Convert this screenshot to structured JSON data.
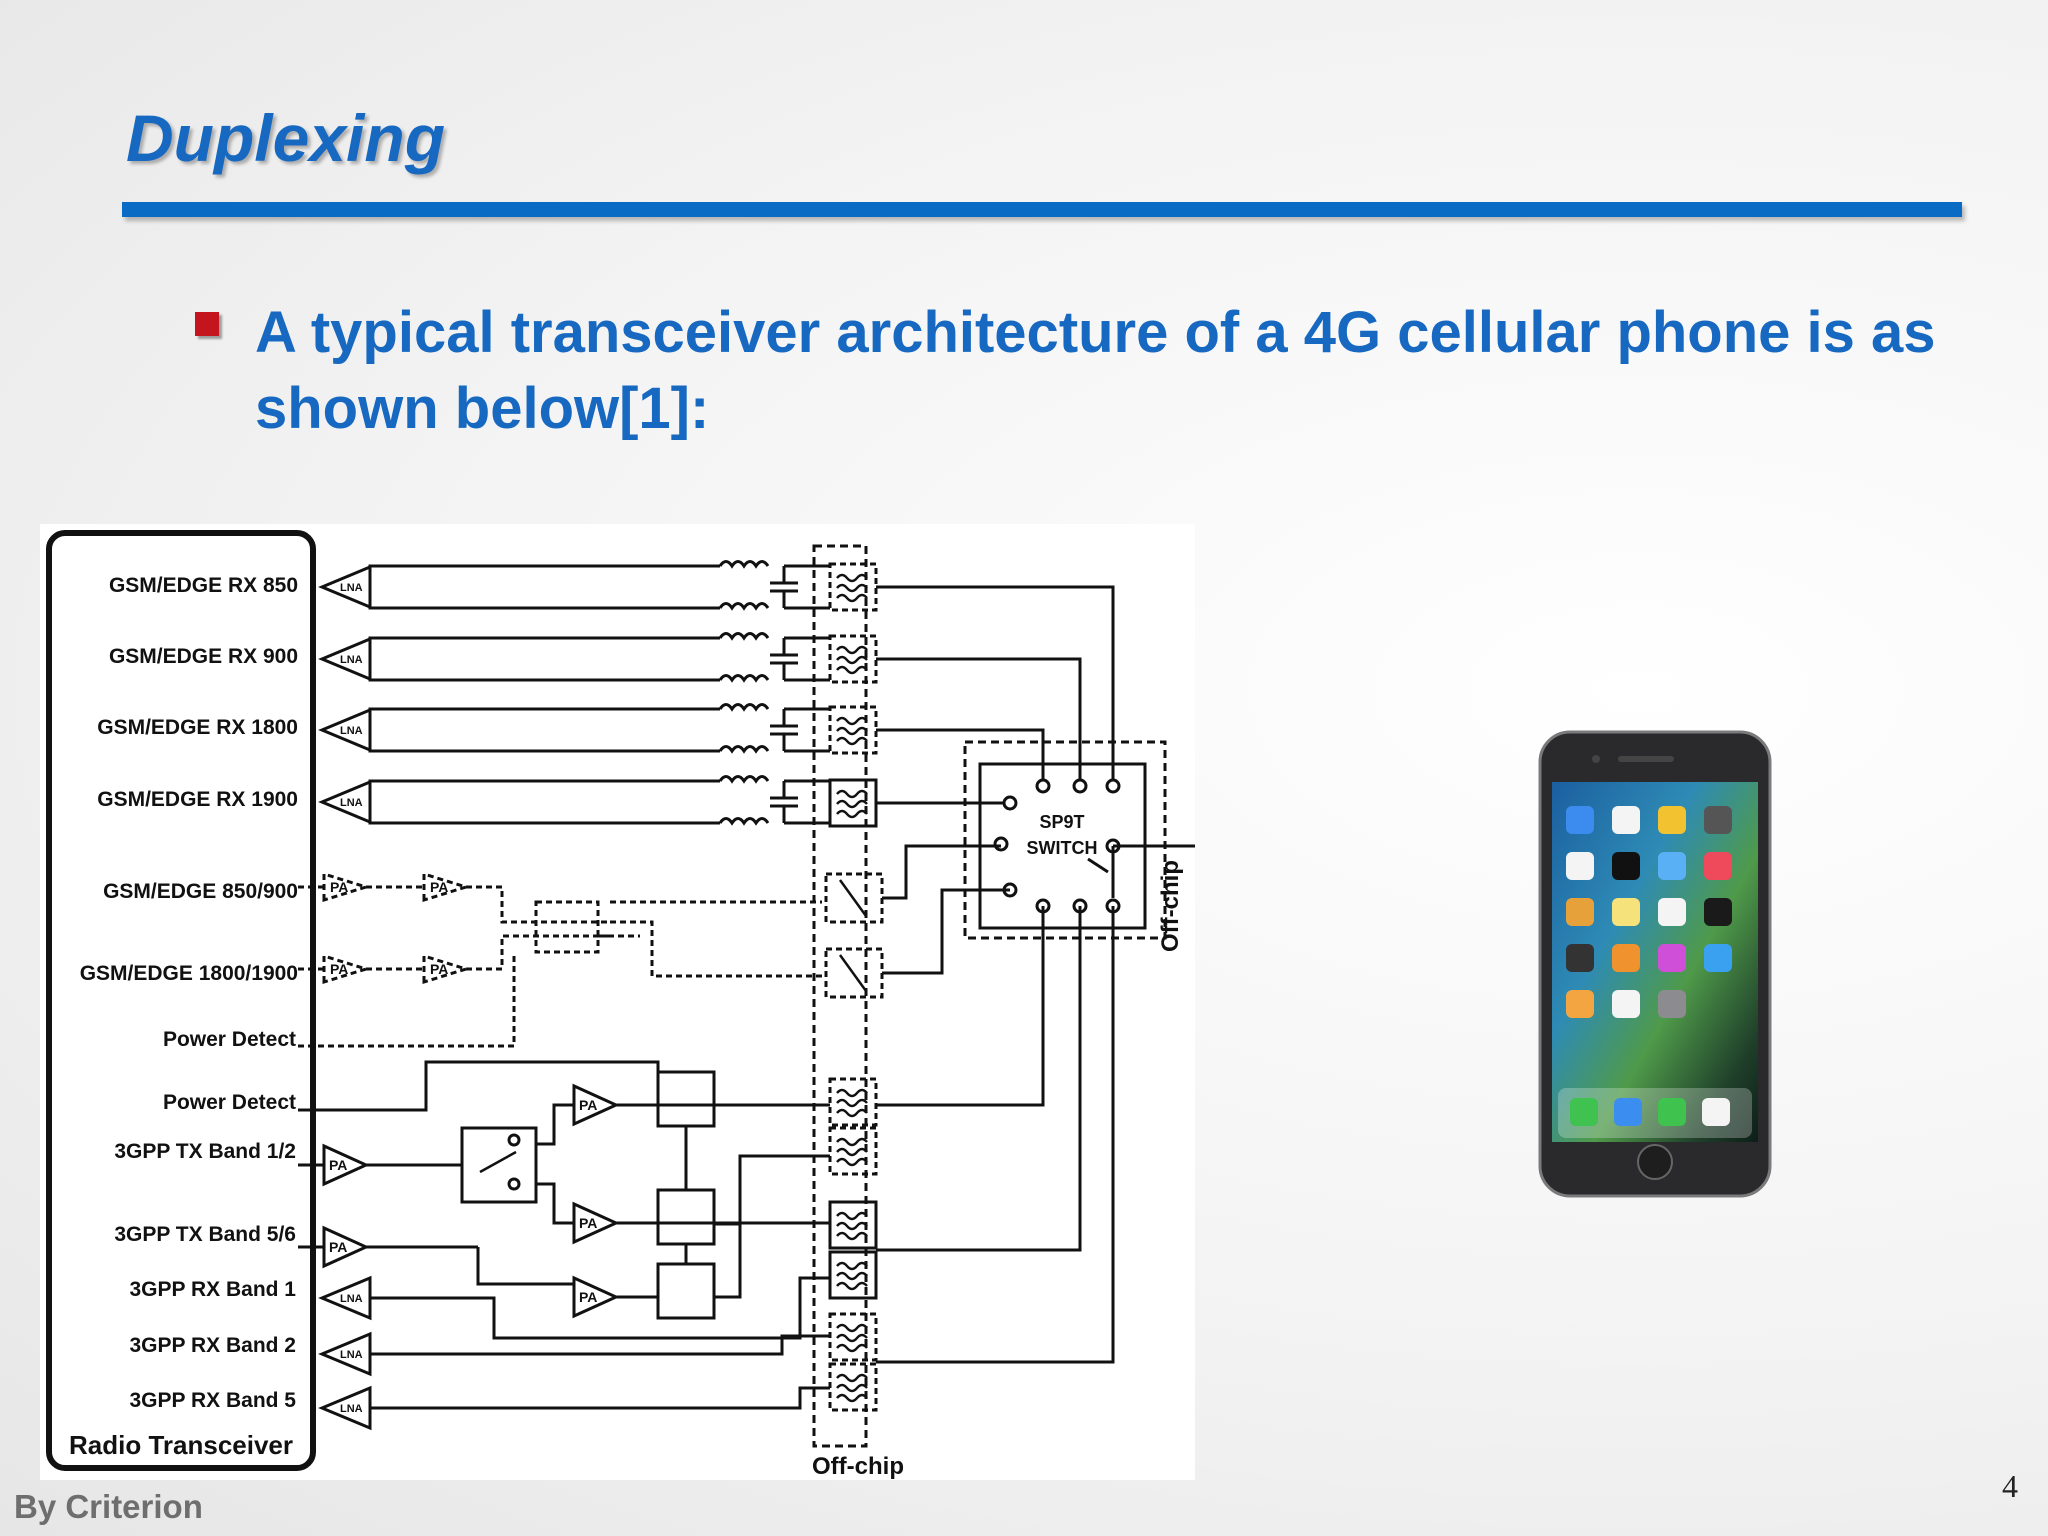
{
  "slide": {
    "title": "Duplexing",
    "bullet": "A typical transceiver architecture of a 4G cellular phone is as shown below[1]:",
    "footer": "By Criterion",
    "page_number": "4"
  },
  "diagram": {
    "transceiver_label": "Radio Transceiver",
    "ports": [
      "GSM/EDGE RX 850",
      "GSM/EDGE RX 900",
      "GSM/EDGE RX 1800",
      "GSM/EDGE RX 1900",
      "GSM/EDGE 850/900",
      "GSM/EDGE 1800/1900",
      "Power Detect",
      "Power Detect",
      "3GPP TX Band 1/2",
      "3GPP TX Band 5/6",
      "3GPP RX Band 1",
      "3GPP RX Band 2",
      "3GPP RX Band 5"
    ],
    "switch_line1": "SP9T",
    "switch_line2": "SWITCH",
    "lna_label": "LNA",
    "pa_label": "PA",
    "offchip_bottom": "Off-chip",
    "offchip_side": "Off-chip"
  },
  "colors": {
    "accent": "#1768c0",
    "rule": "#0a6bc4",
    "bullet": "#c4141e"
  }
}
